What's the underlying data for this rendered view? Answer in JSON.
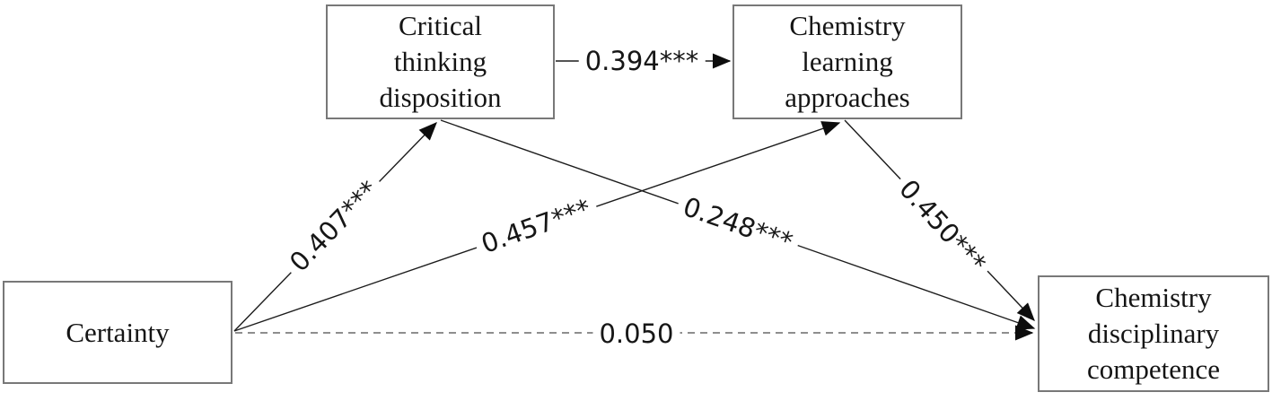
{
  "diagram": {
    "title": "mediation path model",
    "boxes": {
      "certainty": "Certainty",
      "critical_thinking": "Critical\nthinking\ndisposition",
      "learning_approaches": "Chemistry\nlearning\napproaches",
      "disciplinary_competence": "Chemistry\ndisciplinary\ncompetence"
    },
    "coefficients": {
      "ctd_to_cla": "0.394***",
      "certainty_to_ctd": "0.407***",
      "certainty_to_cla": "0.457***",
      "ctd_to_cdc": "0.248***",
      "cla_to_cdc": "0.450***",
      "certainty_to_cdc": "0.050"
    },
    "line_styles": {
      "significant_path": "solid",
      "nonsignificant_path": "dashed"
    },
    "colors": {
      "solid_line": "#1c1c1c",
      "dashed_line": "#8e8e8e",
      "arrowhead": "#0d0d0d",
      "box_border": "#787878",
      "text": "#141414",
      "background": "#ffffff"
    }
  }
}
